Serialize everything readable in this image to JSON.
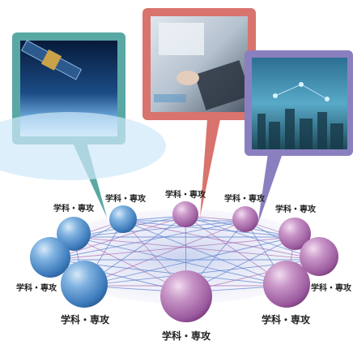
{
  "diagram": {
    "node_label": "学科・専攻",
    "photos": [
      {
        "name": "satellite-photo",
        "subject": "satellite orbiting earth",
        "frame_color": "#5aa8a4"
      },
      {
        "name": "paperwork-photo",
        "subject": "person writing on clipboard",
        "frame_color": "#d9736d"
      },
      {
        "name": "city-network-photo",
        "subject": "city with network overlay",
        "frame_color": "#8b80bf"
      }
    ],
    "colors": {
      "blue_node": "#3d7fc4",
      "purple_node": "#a561a8",
      "mesh_line": "#4a72c8"
    }
  }
}
